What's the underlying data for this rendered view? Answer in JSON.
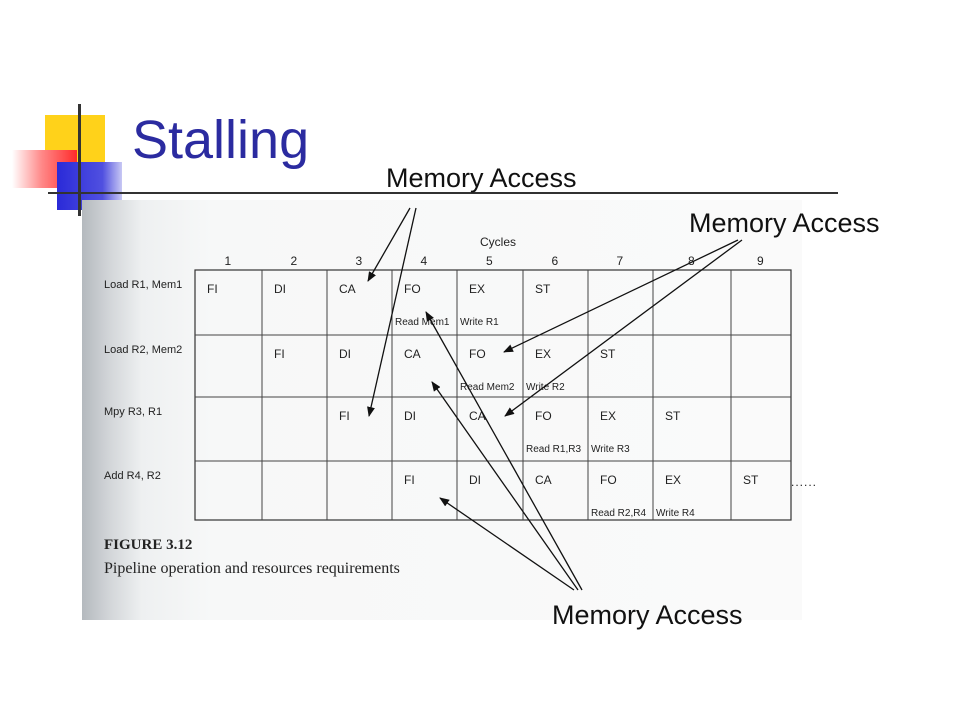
{
  "slide": {
    "title": "Stalling",
    "callout_top": "Memory Access",
    "callout_right": "Memory Access",
    "callout_bottom": "Memory Access"
  },
  "figure": {
    "cycles_label": "Cycles",
    "cycle_numbers": [
      "1",
      "2",
      "3",
      "4",
      "5",
      "6",
      "7",
      "8",
      "9"
    ],
    "rows": [
      {
        "label": "Load R1, Mem1",
        "stages": [
          {
            "text": "FI",
            "cycle": 1
          },
          {
            "text": "DI",
            "cycle": 2
          },
          {
            "text": "CA",
            "cycle": 3
          },
          {
            "text": "FO",
            "cycle": 4
          },
          {
            "text": "EX",
            "cycle": 5
          },
          {
            "text": "ST",
            "cycle": 6
          }
        ],
        "notes": [
          {
            "text": "Read Mem1",
            "cycle": 4
          },
          {
            "text": "Write R1",
            "cycle": 5
          }
        ]
      },
      {
        "label": "Load R2, Mem2",
        "stages": [
          {
            "text": "FI",
            "cycle": 2
          },
          {
            "text": "DI",
            "cycle": 3
          },
          {
            "text": "CA",
            "cycle": 4
          },
          {
            "text": "FO",
            "cycle": 5
          },
          {
            "text": "EX",
            "cycle": 6
          },
          {
            "text": "ST",
            "cycle": 7
          }
        ],
        "notes": [
          {
            "text": "Read Mem2",
            "cycle": 5
          },
          {
            "text": "Write R2",
            "cycle": 6
          }
        ]
      },
      {
        "label": "Mpy R3, R1",
        "stages": [
          {
            "text": "FI",
            "cycle": 3
          },
          {
            "text": "DI",
            "cycle": 4
          },
          {
            "text": "CA",
            "cycle": 5
          },
          {
            "text": "FO",
            "cycle": 6
          },
          {
            "text": "EX",
            "cycle": 7
          },
          {
            "text": "ST",
            "cycle": 8
          }
        ],
        "notes": [
          {
            "text": "Read R1,R3",
            "cycle": 6
          },
          {
            "text": "Write R3",
            "cycle": 7
          }
        ]
      },
      {
        "label": "Add R4, R2",
        "stages": [
          {
            "text": "FI",
            "cycle": 4
          },
          {
            "text": "DI",
            "cycle": 5
          },
          {
            "text": "CA",
            "cycle": 6
          },
          {
            "text": "FO",
            "cycle": 7
          },
          {
            "text": "EX",
            "cycle": 8
          },
          {
            "text": "ST",
            "cycle": 9
          }
        ],
        "notes": [
          {
            "text": "Read R2,R4",
            "cycle": 7
          },
          {
            "text": "Write R4",
            "cycle": 8
          }
        ]
      }
    ],
    "continuation": "......",
    "figure_label": "FIGURE 3.12",
    "caption": "Pipeline operation and resources requirements"
  }
}
